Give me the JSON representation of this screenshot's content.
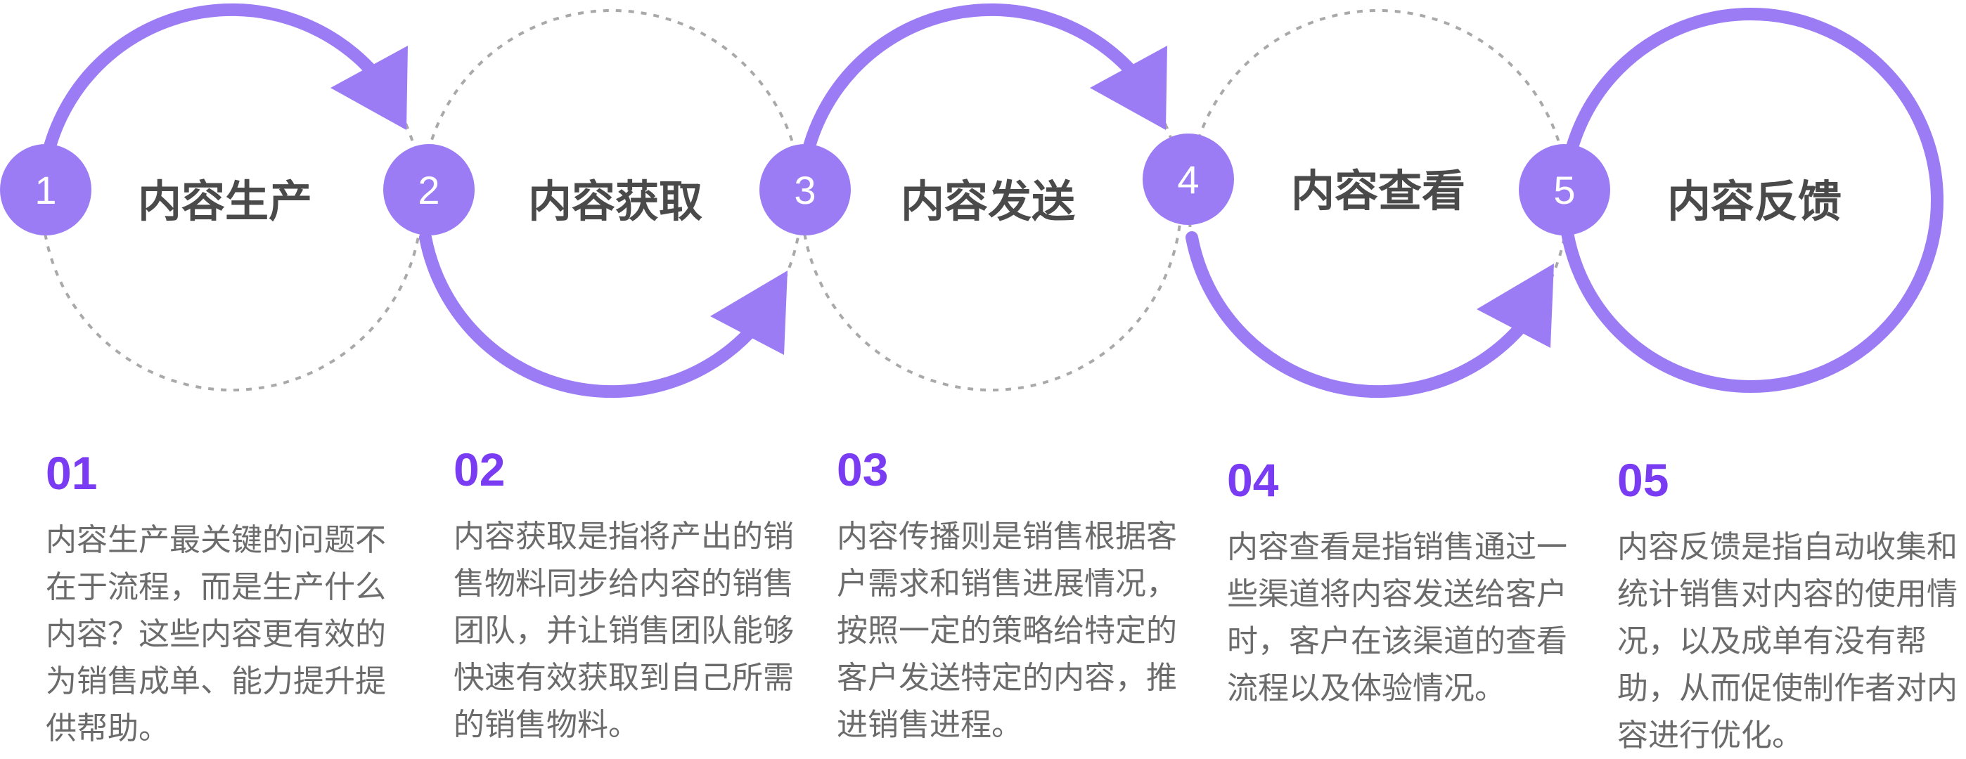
{
  "colors": {
    "accent": "#9c7cf5",
    "number_text": "#7a3cf2",
    "dashed_ring": "#a9a9a9",
    "title_text": "#4a4a4a",
    "desc_text": "#6b6b6b"
  },
  "steps": [
    {
      "badge": "1",
      "title": "内容生产",
      "number": "01",
      "description": "内容生产最关键的问题不在于流程，而是生产什么内容？这些内容更有效的为销售成单、能力提升提供帮助。"
    },
    {
      "badge": "2",
      "title": "内容获取",
      "number": "02",
      "description": "内容获取是指将产出的销售物料同步给内容的销售团队，并让销售团队能够快速有效获取到自己所需的销售物料。"
    },
    {
      "badge": "3",
      "title": "内容发送",
      "number": "03",
      "description": "内容传播则是销售根据客户需求和销售进展情况，按照一定的策略给特定的客户发送特定的内容，推进销售进程。"
    },
    {
      "badge": "4",
      "title": "内容查看",
      "number": "04",
      "description": "内容查看是指销售通过一些渠道将内容发送给客户时，客户在该渠道的查看流程以及体验情况。"
    },
    {
      "badge": "5",
      "title": "内容反馈",
      "number": "05",
      "description": "内容反馈是指自动收集和统计销售对内容的使用情况，以及成单有没有帮助，从而促使制作者对内容进行优化。"
    }
  ]
}
